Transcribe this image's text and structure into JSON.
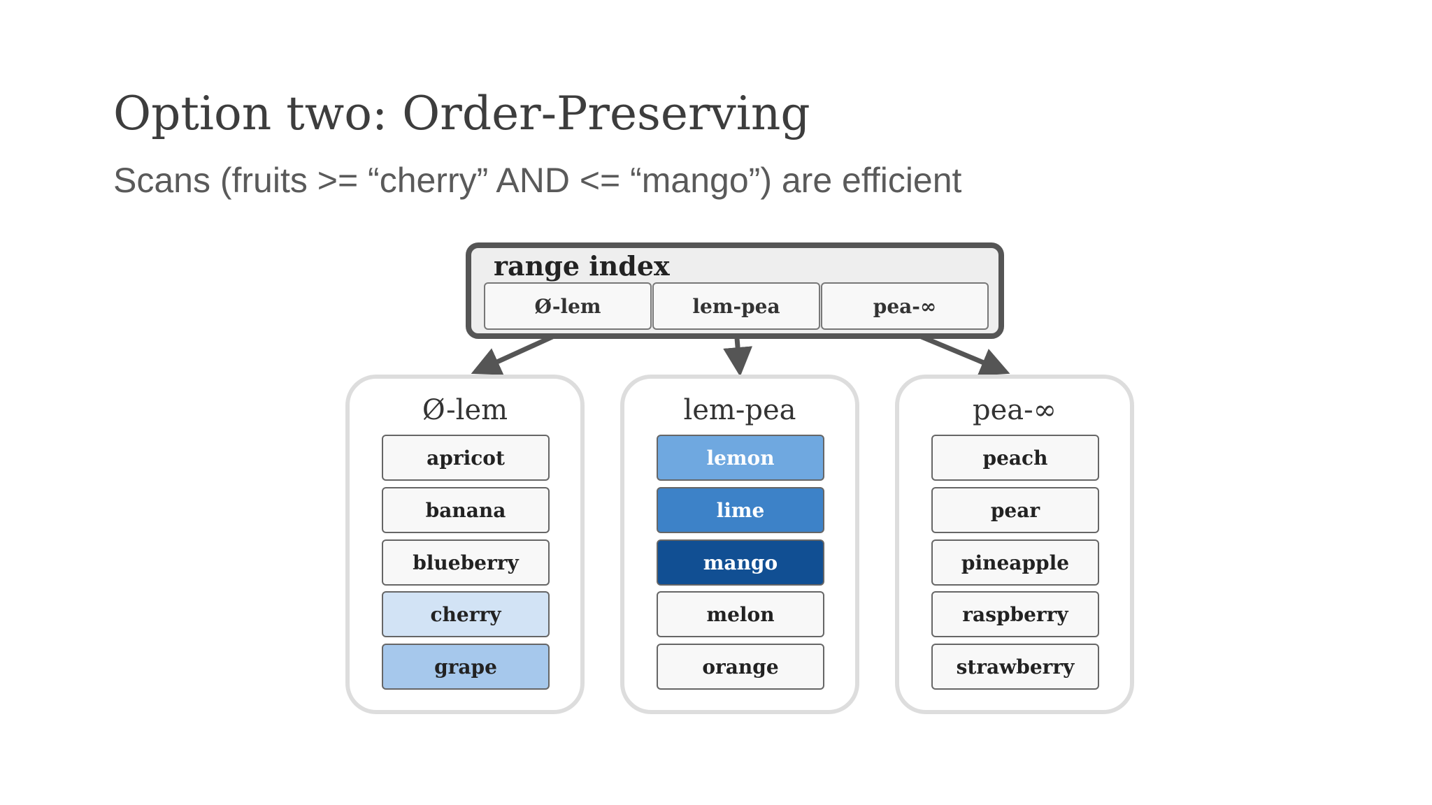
{
  "slide": {
    "title": "Option two: Order-Preserving",
    "subtitle": "Scans (fruits >= “cherry” AND <= “mango”) are efficient"
  },
  "range_index": {
    "label": "range index",
    "ranges": [
      "Ø-lem",
      "lem-pea",
      "pea-∞"
    ]
  },
  "partitions": [
    {
      "title": "Ø-lem",
      "items": [
        {
          "label": "apricot",
          "highlight": "none"
        },
        {
          "label": "banana",
          "highlight": "none"
        },
        {
          "label": "blueberry",
          "highlight": "none"
        },
        {
          "label": "cherry",
          "highlight": "light"
        },
        {
          "label": "grape",
          "highlight": "medium-light"
        }
      ]
    },
    {
      "title": "lem-pea",
      "items": [
        {
          "label": "lemon",
          "highlight": "medium"
        },
        {
          "label": "lime",
          "highlight": "strong"
        },
        {
          "label": "mango",
          "highlight": "dark"
        },
        {
          "label": "melon",
          "highlight": "none"
        },
        {
          "label": "orange",
          "highlight": "none"
        }
      ]
    },
    {
      "title": "pea-∞",
      "items": [
        {
          "label": "peach",
          "highlight": "none"
        },
        {
          "label": "pear",
          "highlight": "none"
        },
        {
          "label": "pineapple",
          "highlight": "none"
        },
        {
          "label": "raspberry",
          "highlight": "none"
        },
        {
          "label": "strawberry",
          "highlight": "none"
        }
      ]
    }
  ],
  "colors": {
    "none": "#f8f8f8",
    "light": "#d2e3f5",
    "medium-light": "#a6c8ec",
    "medium": "#6fa8e0",
    "strong": "#3d82c8",
    "dark": "#114f93",
    "arrow": "#555555",
    "index_border": "#555555",
    "partition_border": "#dddddd"
  }
}
